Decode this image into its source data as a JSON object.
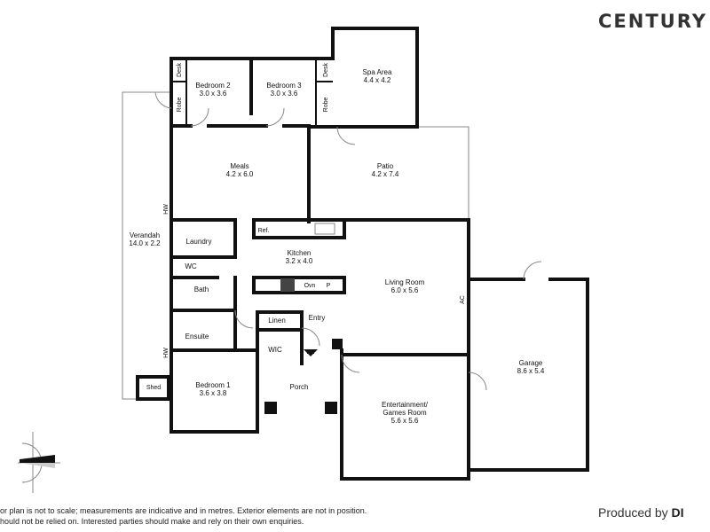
{
  "brand": {
    "logo_text": "CENTURY",
    "produced_by": "Produced by",
    "producer": "DI"
  },
  "disclaimer": {
    "line1": "or plan is not to scale; measurements are indicative and in metres. Exterior elements are not in position.",
    "line2": "hould not be relied on. Interested parties should make and rely on their own enquiries."
  },
  "rooms": {
    "bedroom2": {
      "name": "Bedroom 2",
      "size": "3.0 x 3.6"
    },
    "bedroom3": {
      "name": "Bedroom 3",
      "size": "3.0 x 3.6"
    },
    "spa": {
      "name": "Spa Area",
      "size": "4.4 x 4.2"
    },
    "meals": {
      "name": "Meals",
      "size": "4.2 x 6.0"
    },
    "patio": {
      "name": "Patio",
      "size": "4.2 x 7.4"
    },
    "verandah": {
      "name": "Verandah",
      "size": "14.0 x 2.2"
    },
    "kitchen": {
      "name": "Kitchen",
      "size": "3.2 x 4.0"
    },
    "living": {
      "name": "Living Room",
      "size": "6.0 x 5.6"
    },
    "garage": {
      "name": "Garage",
      "size": "8.6 x 5.4"
    },
    "entertainment": {
      "name1": "Entertainment/",
      "name2": "Games Room",
      "size": "5.6 x 5.6"
    },
    "bedroom1": {
      "name": "Bedroom 1",
      "size": "3.6 x 3.8"
    }
  },
  "labels": {
    "porch": "Porch",
    "entry": "Entry",
    "linen": "Linen",
    "wic": "WIC",
    "ensuite": "Ensuite",
    "bath": "Bath",
    "wc": "WC",
    "laundry": "Laundry",
    "ref": "Ref.",
    "oven": "Ovn",
    "pantry": "P",
    "shed": "Shed",
    "desk": "Desk",
    "robe": "Robe",
    "hw": "HW",
    "ac": "AC"
  },
  "compass": {
    "icon": "north-arrow-icon"
  }
}
